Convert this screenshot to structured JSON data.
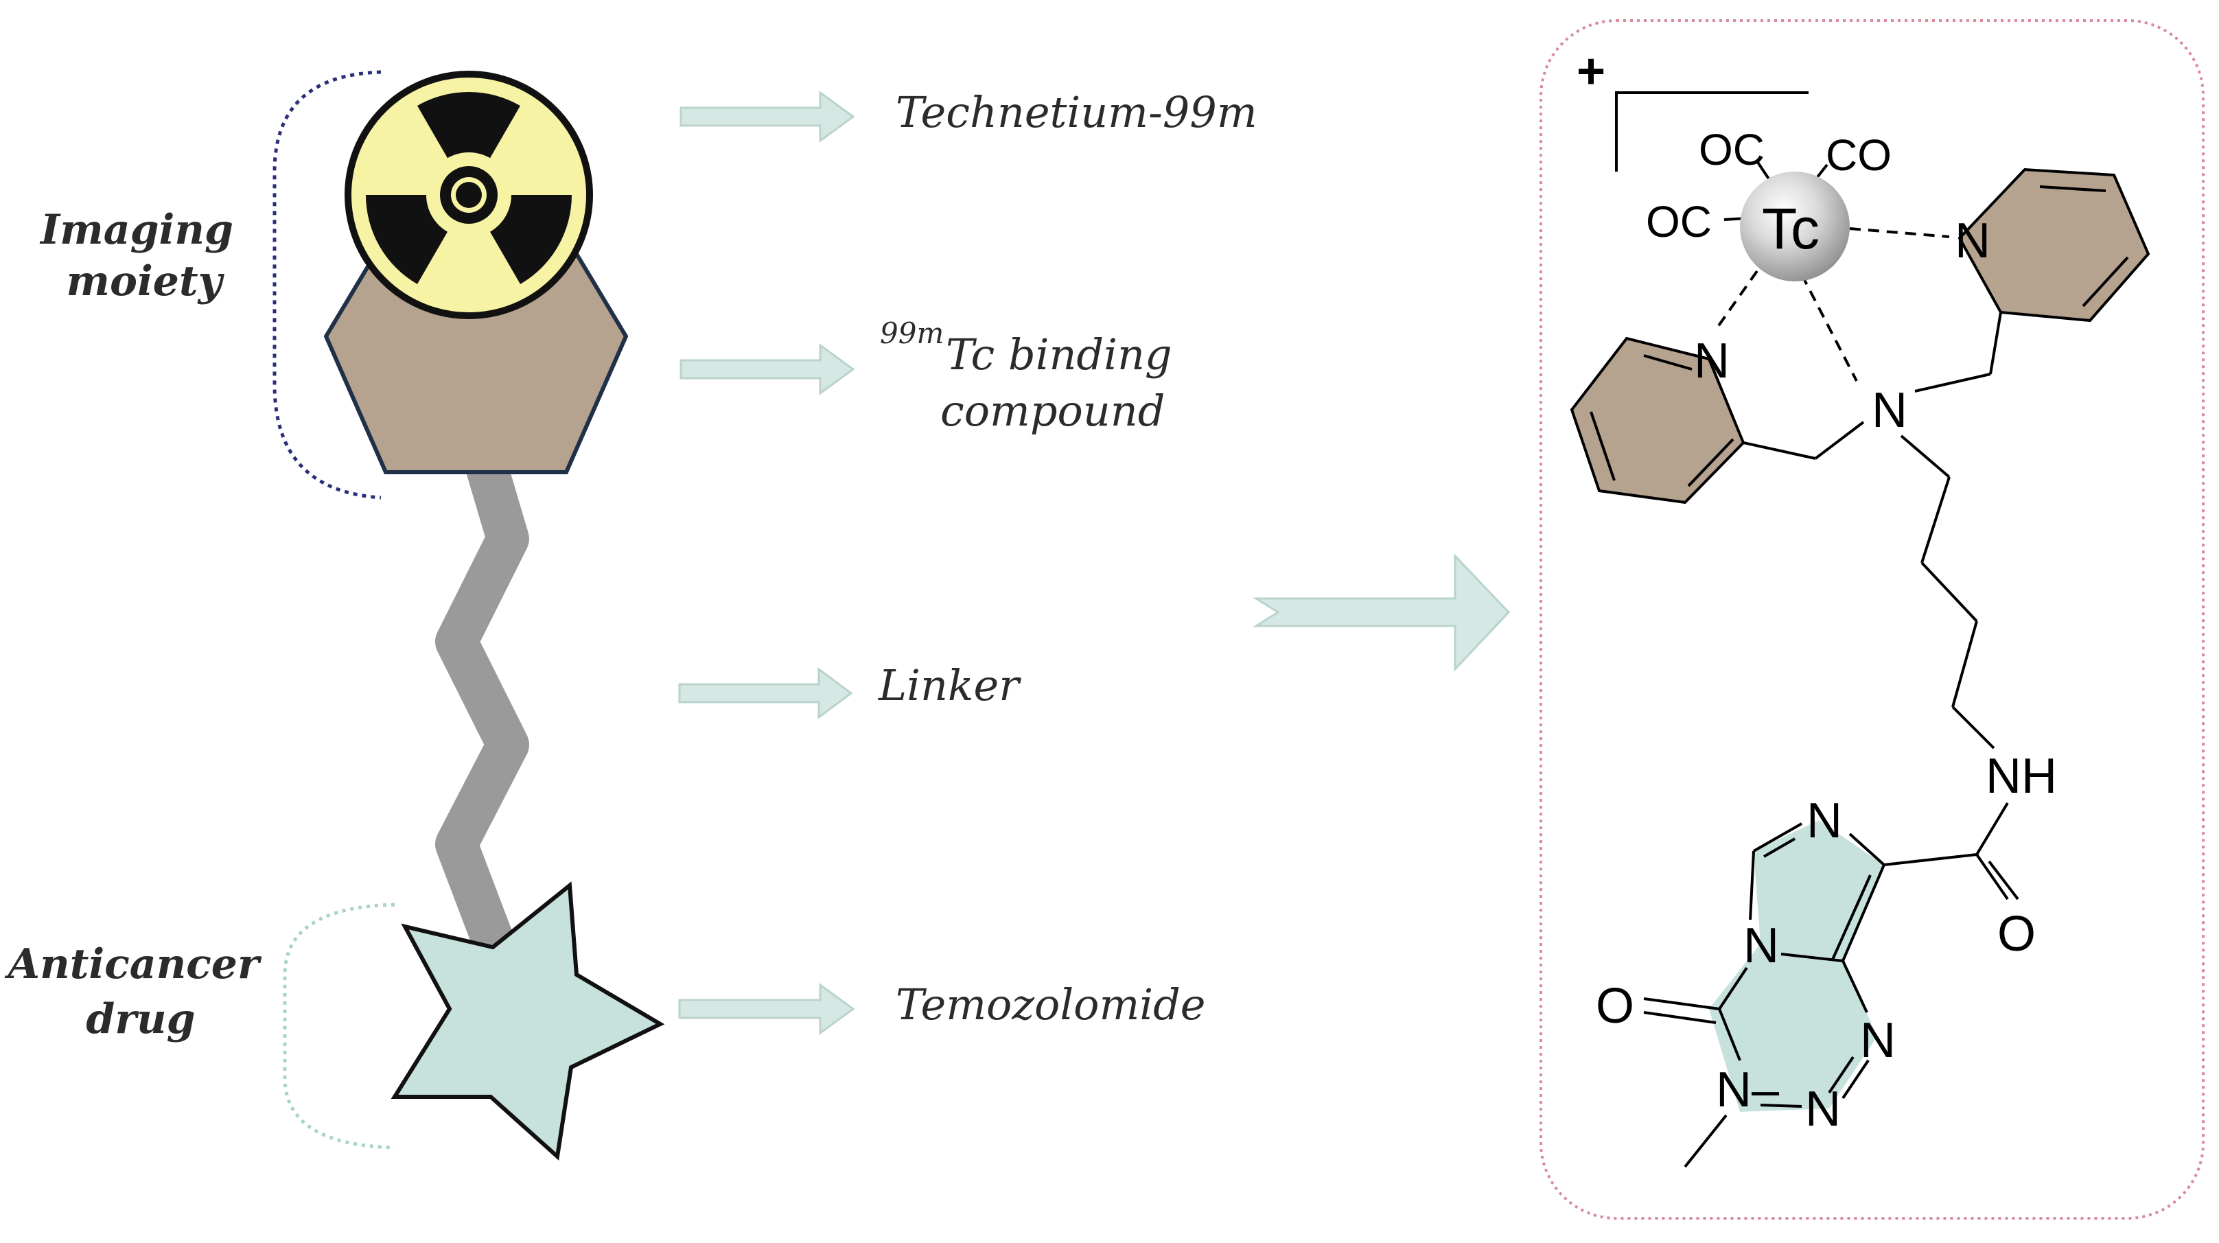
{
  "left_labels": {
    "imaging": [
      "Imaging",
      "moiety"
    ],
    "drug": [
      "Anticancer",
      "drug"
    ]
  },
  "component_labels": {
    "tc99m": "Technetium-99m",
    "binding_sup": "99m",
    "binding_line1": "Tc binding",
    "binding_line2": "compound",
    "linker": "Linker",
    "temozolomide": "Temozolomide"
  },
  "structure": {
    "charge": "+",
    "metal": "Tc",
    "co_ligands": [
      "OC",
      "CO",
      "OC"
    ],
    "atoms": {
      "n_pyridine_right": "N",
      "n_pyridine_left": "N",
      "n_amine": "N",
      "nh": "NH",
      "n_imidazole_top": "N",
      "n_bridge": "N",
      "o_amide": "O",
      "o_carbonyl": "O",
      "n_triazine_right": "N",
      "n_triazine_bottom": "N",
      "n_methyl": "N"
    }
  },
  "colors": {
    "arrow": "#d6e8e4",
    "arrow_stroke": "#b9d3cd",
    "hexagon": "#b5a28f",
    "hexagon_stroke": "#1f3047",
    "radiation_bg": "#f7f3a5",
    "linker": "#9a9a9a",
    "star": "#c7e1dd",
    "pyridine_fill": "#b5a28f",
    "tmz_fill": "#c7e1dd",
    "box_border": "#d98a9a",
    "bracket_top": "#2a2f7a",
    "bracket_bottom": "#a9d2cc"
  },
  "icons": [
    "radiation-icon"
  ]
}
